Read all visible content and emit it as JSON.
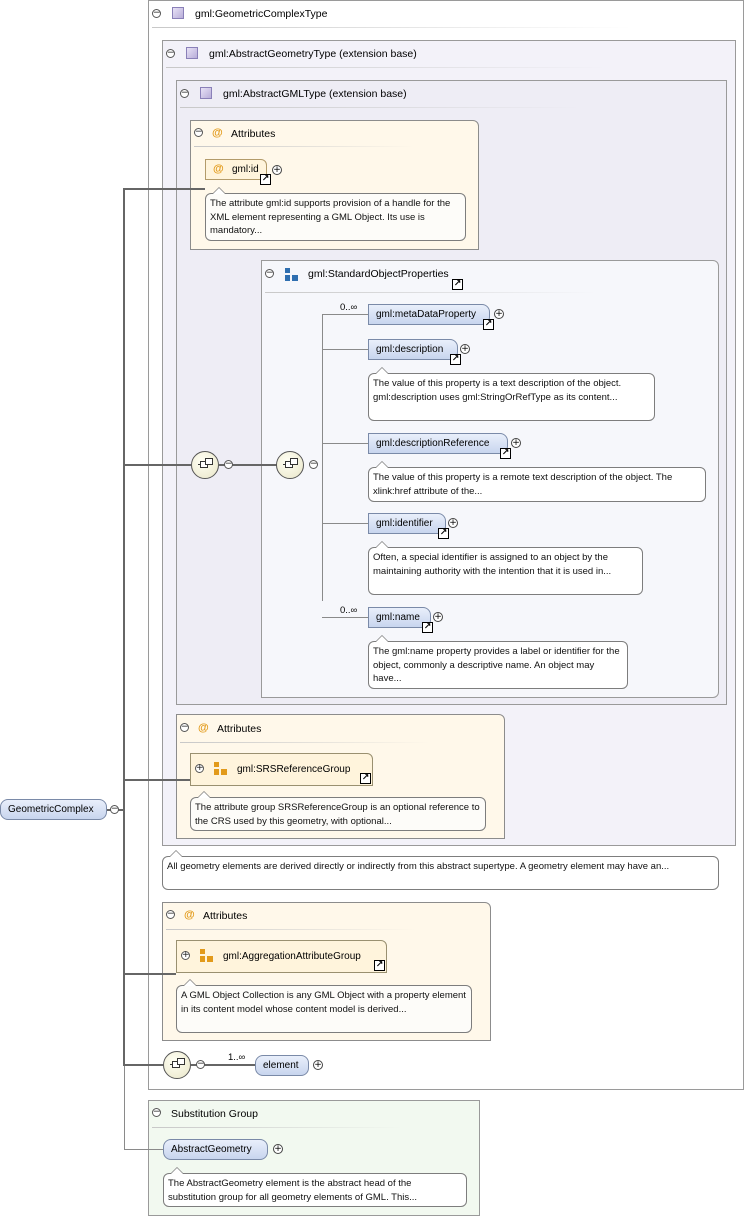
{
  "root_element": "GeometricComplex",
  "complex_type": "gml:GeometricComplexType",
  "abstract_geometry_type": "gml:AbstractGeometryType (extension base)",
  "abstract_gml_type": "gml:AbstractGMLType (extension base)",
  "attributes_label": "Attributes",
  "gml_id": {
    "name": "gml:id",
    "doc": "The attribute gml:id supports provision of a handle for the XML element representing a GML Object. Its use is mandatory..."
  },
  "standard_object_properties": "gml:StandardObjectProperties",
  "elements": {
    "metadata_property": {
      "name": "gml:metaDataProperty",
      "occurrence": "0..∞"
    },
    "description": {
      "name": "gml:description",
      "doc": "The value of this property is a text description of the object. gml:description uses gml:StringOrRefType as its content..."
    },
    "description_reference": {
      "name": "gml:descriptionReference",
      "doc": "The value of this property is a remote text description of the object. The xlink:href attribute of the..."
    },
    "identifier": {
      "name": "gml:identifier",
      "doc": "Often, a special identifier is assigned to an object by the maintaining authority with the intention that it is used in..."
    },
    "name": {
      "name": "gml:name",
      "occurrence": "0..∞",
      "doc": "The gml:name property provides a label or identifier for the object, commonly a descriptive name. An object may have..."
    }
  },
  "srs_reference_group": {
    "name": "gml:SRSReferenceGroup",
    "doc": "The attribute group SRSReferenceGroup is an optional reference to the CRS used by this geometry, with optional..."
  },
  "abstract_geometry_doc": "All geometry elements are derived directly or indirectly from this abstract supertype. A geometry element may have an...",
  "aggregation_attribute_group": {
    "name": "gml:AggregationAttributeGroup",
    "doc": "A GML Object Collection is any GML Object with a property element in its content model whose content model is derived..."
  },
  "element_item": {
    "name": "element",
    "occurrence": "1..∞"
  },
  "substitution_group": {
    "label": "Substitution Group",
    "head": "AbstractGeometry",
    "doc": "The AbstractGeometry element is the abstract head of the substitution group for all geometry elements of GML. This..."
  },
  "icons": {
    "collapse": "minus-toggle-icon",
    "expand": "plus-toggle-icon",
    "link": "arrow-link-icon",
    "sequence": "sequence-compositor-icon"
  },
  "colors": {
    "element_fill": "#c8d5ee",
    "attributes_fill": "#fff8ea",
    "type_fill": "#f3f2f9",
    "substitution_fill": "#f2f9f0",
    "attribute_icon": "#e29a1a",
    "group_icon": "#2f6fb0"
  }
}
